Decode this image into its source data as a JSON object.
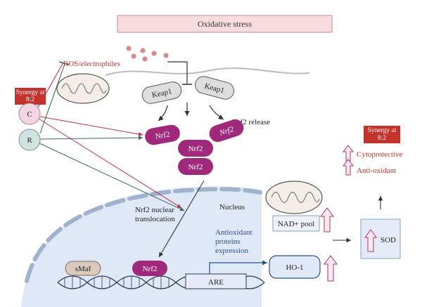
{
  "header": {
    "title": "Oxidative stress"
  },
  "stimulus": {
    "label": "ROS/electrophiles"
  },
  "synergy": {
    "left": "Synergy at 8:2",
    "right": "Synergy at 8:2"
  },
  "compounds": {
    "c": "C",
    "r": "R"
  },
  "keap1": {
    "left": "Keap1",
    "right": "Keap1"
  },
  "nrf2": {
    "left": "Nrf2",
    "tilted": "Nrf2",
    "stack_top": "Nrf2",
    "stack_bottom": "Nrf2",
    "nuclear": "Nrf2",
    "release_label": "Nrf2 release",
    "translocation_label": "Nrf2 nuclear translocation"
  },
  "nucleus": {
    "label": "Nucleus",
    "smaf": "sMaf",
    "are": "ARE",
    "expression_label": "Antioxidant proteins expression"
  },
  "outputs": {
    "nad": "NAD+ pool",
    "ho1": "HO-1",
    "sod": "SOD",
    "cytoprotective": "Cytoprotective",
    "antioxidant": "Anti-oxidant"
  },
  "colors": {
    "nrf2": "#a1297c",
    "synergy_box": "#c4322c",
    "red_text": "#c0392b",
    "inhibition_line": "#b8334f",
    "compound_c": "#f4d5e4",
    "compound_r": "#cfe4de",
    "nucleus_fill": "#dfe8f7",
    "header_fill": "#f8dde0"
  }
}
